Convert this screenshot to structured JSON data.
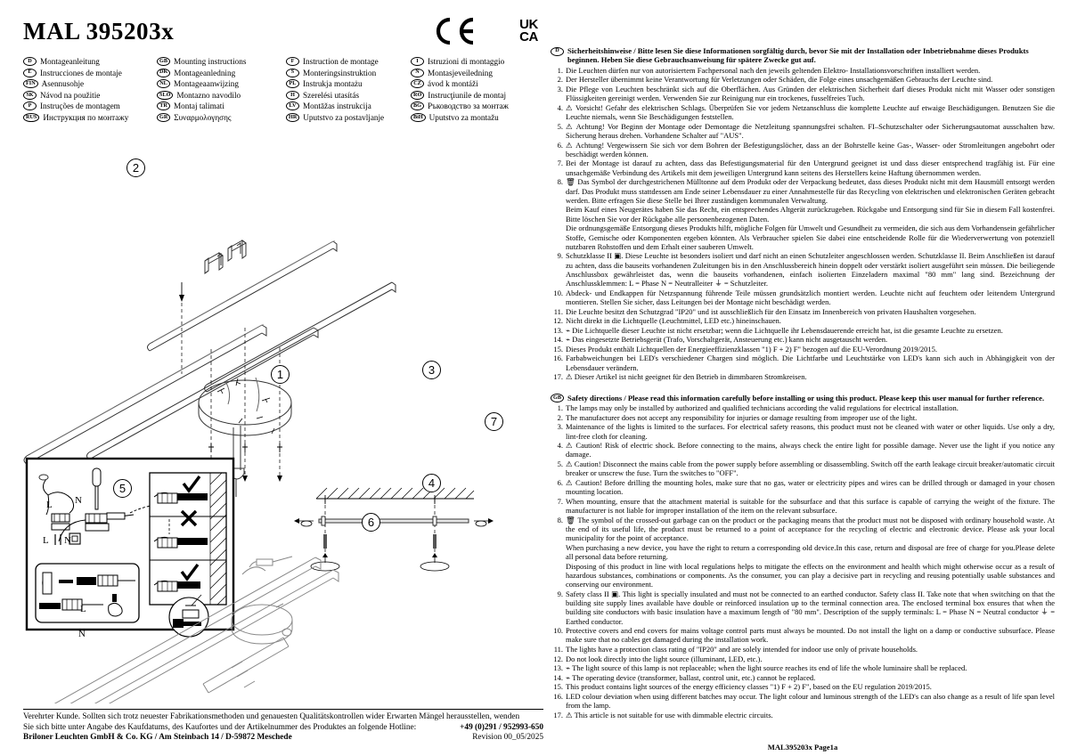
{
  "header": {
    "title": "MAL 395203x",
    "marks": {
      "ce": "CE",
      "ukca_line1": "UK",
      "ukca_line2": "CA"
    }
  },
  "languages": [
    [
      {
        "code": "D",
        "label": "Montageanleitung"
      },
      {
        "code": "E",
        "label": "Instrucciones de montaje"
      },
      {
        "code": "FIN",
        "label": "Asennusohje"
      },
      {
        "code": "SK",
        "label": "Návod na použitie"
      },
      {
        "code": "P",
        "label": "Instruções de montagem"
      },
      {
        "code": "RUS",
        "label": "Инструкция по монтажу"
      }
    ],
    [
      {
        "code": "GB",
        "label": "Mounting instructions"
      },
      {
        "code": "DK",
        "label": "Montageanledning"
      },
      {
        "code": "NL",
        "label": "Montageaanwijzing"
      },
      {
        "code": "SLO",
        "label": "Montazno navodilo"
      },
      {
        "code": "TR",
        "label": "Montaj talimati"
      },
      {
        "code": "GR",
        "label": "Συναρμολογησης"
      }
    ],
    [
      {
        "code": "F",
        "label": "Instruction de montage"
      },
      {
        "code": "S",
        "label": "Monteringsinstruktion"
      },
      {
        "code": "PL",
        "label": "Instrukja montażu"
      },
      {
        "code": "H",
        "label": "Szerelési utasítás"
      },
      {
        "code": "LV",
        "label": "Montāžas instrukcija"
      },
      {
        "code": "HR",
        "label": "Uputstvo za postavljanje"
      }
    ],
    [
      {
        "code": "I",
        "label": "Istruzioni di montaggio"
      },
      {
        "code": "N",
        "label": "Montasjeveiledning"
      },
      {
        "code": "CZ",
        "label": "ávod k montáži"
      },
      {
        "code": "RO",
        "label": "Instrucţiunile de montaj"
      },
      {
        "code": "BG",
        "label": "Ръководство за монтаж"
      },
      {
        "code": "BiH",
        "label": "Uputstvo za montažu"
      }
    ]
  ],
  "diagram": {
    "steps": [
      "1",
      "2",
      "3",
      "4",
      "5",
      "6",
      "7"
    ],
    "wiring_labels": {
      "l_top": "L",
      "n_top": "N",
      "l_bottom": "L",
      "n_bottom": "N",
      "l_inset": "L",
      "n_inset": "N"
    }
  },
  "footer": {
    "line1": "Verehrter Kunde. Sollten sich trotz neuester Fabrikationsmethoden und genauesten Qualitätskontrollen wider Erwarten Mängel herausstellen, wenden",
    "line2": "Sie sich bitte unter Angabe des Kaufdatums, des Kaufortes und der Artikelnummer des Produktes an folgende Hotline:",
    "hotline": "+49 (0)291 / 952993-650",
    "company": "Briloner Leuchten GmbH & Co. KG / Am Steinbach 14 / D-59872 Meschede",
    "revision": "Revision 00_05/2025"
  },
  "german": {
    "code": "D",
    "heading": "Sicherheitshinweise / Bitte lesen Sie diese Informationen sorgfältig durch, bevor Sie mit der Installation oder Inbetriebnahme dieses Produkts beginnen. Heben Sie diese Gebrauchsanweisung für spätere Zwecke gut auf.",
    "items": [
      {
        "n": "1.",
        "t": "Die Leuchten dürfen nur von autorisiertem Fachpersonal nach den jeweils geltenden Elektro- Installationsvorschriften installiert werden."
      },
      {
        "n": "2.",
        "t": "Der Hersteller übernimmt keine Verantwortung für Verletzungen oder Schäden, die Folge eines unsachgemäßen Gebrauchs der Leuchte sind."
      },
      {
        "n": "3.",
        "t": "Die Pflege von Leuchten beschränkt sich auf die Oberflächen. Aus Gründen der elektrischen Sicherheit darf dieses Produkt nicht mit Wasser oder sonstigen Flüssigkeiten gereinigt werden. Verwenden Sie zur Reinigung nur ein trockenes, fusselfreies Tuch."
      },
      {
        "n": "4.",
        "t": "⚠ Vorsicht! Gefahr des elektrischen Schlags. Überprüfen Sie vor jedem Netzanschluss die komplette Leuchte auf etwaige Beschädigungen. Benutzen Sie die Leuchte niemals, wenn Sie Beschädigungen feststellen."
      },
      {
        "n": "5.",
        "t": "⚠ Achtung! Vor Beginn der Montage oder Demontage die Netzleitung spannungsfrei schalten. FI–Schutzschalter oder Sicherungsautomat ausschalten bzw. Sicherung heraus drehen. Vorhandene Schalter auf \"AUS\"."
      },
      {
        "n": "6.",
        "t": "⚠ Achtung! Vergewissern Sie sich vor dem Bohren der Befestigungslöcher, dass an der Bohrstelle keine Gas-, Wasser- oder Stromleitungen angebohrt oder beschädigt werden können."
      },
      {
        "n": "7.",
        "t": "Bei der Montage ist darauf zu achten, dass das Befestigungsmaterial für den Untergrund geeignet ist und dass dieser entsprechend tragfähig ist. Für eine unsachgemäße Verbindung des Artikels mit dem jeweiligen Untergrund kann seitens des Herstellers keine Haftung übernommen werden."
      },
      {
        "n": "8.",
        "t": "🗑 Das Symbol der durchgestrichenen Mülltonne auf dem Produkt oder der Verpackung bedeutet, dass dieses Produkt nicht mit dem Hausmüll entsorgt werden darf. Das Produkt muss stattdessen am Ende seiner Lebensdauer zu einer Annahmestelle für das Recycling von elektrischen und elektronischen Geräten gebracht werden. Bitte erfragen Sie diese Stelle bei Ihrer zuständigen kommunalen Verwaltung."
      }
    ],
    "sub8a": "Beim Kauf eines Neugerätes haben Sie das Recht, ein entsprechendes Altgerät zurückzugeben. Rückgabe und Entsorgung sind für Sie in diesem Fall kostenfrei. Bitte löschen Sie vor der Rückgabe alle personenbezogenen Daten.",
    "sub8b": "Die ordnungsgemäße Entsorgung dieses Produkts hilft, mögliche Folgen für Umwelt und Gesundheit zu vermeiden, die sich aus dem Vorhandensein gefährlicher Stoffe, Gemische oder Komponenten ergeben könnten. Als Verbraucher spielen Sie dabei eine entscheidende Rolle für die Wiederverwertung von potenziell nutzbaren Rohstoffen und dem Erhalt einer sauberen Umwelt.",
    "items2": [
      {
        "n": "9.",
        "t": "Schutzklasse II ▣. Diese Leuchte ist besonders isoliert und darf nicht an einen Schutzleiter angeschlossen werden. Schutzklasse II. Beim Anschließen ist darauf zu achten, dass die bauseits vorhandenen Zuleitungen bis in den Anschlussbereich hinein doppelt oder verstärkt isoliert ausgeführt sein müssen. Die beiliegende Anschlussbox gewährleistet das, wenn die bauseits vorhandenen, einfach isolierten Einzeladern maximal \"80 mm\" lang sind. Bezeichnung der Anschlussklemmen:  L = Phase  N = Neutralleiter  ⏚ = Schutzleiter."
      },
      {
        "n": "10.",
        "t": "Abdeck- und Endkappen für Netzspannung führende Teile müssen grundsätzlich montiert werden. Leuchte nicht auf feuchtem oder leitendem Untergrund montieren. Stellen Sie sicher, dass Leitungen bei der Montage nicht beschädigt werden."
      },
      {
        "n": "11.",
        "t": "Die Leuchte besitzt den Schutzgrad \"IP20\" und ist ausschließlich für den Einsatz im Innenbereich von privaten Haushalten vorgesehen."
      },
      {
        "n": "12.",
        "t": "Nicht direkt in die Lichtquelle (Leuchtmittel, LED etc.) hineinschauen."
      },
      {
        "n": "13.",
        "t": "⌁ Die Lichtquelle dieser Leuchte ist nicht ersetzbar; wenn die Lichtquelle ihr Lebensdauerende erreicht hat, ist die gesamte Leuchte zu ersetzen."
      },
      {
        "n": "14.",
        "t": "⌁ Das eingesetzte Betriebsgerät (Trafo, Vorschaltgerät, Ansteuerung etc.) kann nicht ausgetauscht werden."
      },
      {
        "n": "15.",
        "t": "Dieses Produkt enthält Lichtquellen der Energieeffizienzklassen \"1) F + 2) F\" bezogen auf die EU-Verordnung 2019/2015."
      },
      {
        "n": "16.",
        "t": "Farbabweichungen bei LED's verschiedener Chargen sind möglich. Die Lichtfarbe und Leuchtstärke von LED's kann sich auch in Abhängigkeit von der Lebensdauer verändern."
      },
      {
        "n": "17.",
        "t": "⚠ Dieser Artikel ist nicht geeignet für den Betrieb in dimmbaren Stromkreisen."
      }
    ]
  },
  "english": {
    "code": "GB",
    "heading": "Safety directions / Please read this information carefully before installing or using this product. Please keep this user manual for further reference.",
    "items": [
      {
        "n": "1.",
        "t": "The lamps may only be installed by authorized and qualified technicians according the valid regulations for electrical installation."
      },
      {
        "n": "2.",
        "t": "The manufacturer does not accept any responsibility for injuries or damage resulting from improper use of the light."
      },
      {
        "n": "3.",
        "t": "Maintenance of the lights is limited to the surfaces. For electrical safety reasons, this product must not be cleaned with water or other liquids. Use only a dry, lint-free cloth for cleaning."
      },
      {
        "n": "4.",
        "t": "⚠ Caution! Risk of electric shock. Before connecting to the mains, always check the entire light for possible damage. Never use the light if you notice any damage."
      },
      {
        "n": "5.",
        "t": "⚠ Caution! Disconnect the mains cable from the power supply before assembling or disassembling. Switch off the earth leakage circuit breaker/automatic circuit breaker or unscrew the fuse. Turn the switches to \"OFF\"."
      },
      {
        "n": "6.",
        "t": "⚠ Caution! Before drilling the mounting holes, make sure that no gas, water or electricity pipes and wires can be drilled through or damaged in your chosen mounting location."
      },
      {
        "n": "7.",
        "t": "When mounting, ensure that the attachment material is suitable for the subsurface and that this surface is capable of carrying the weight of the fixture. The manufacturer is not liable for improper installation of the item on the relevant subsurface."
      },
      {
        "n": "8.",
        "t": "🗑 The symbol of the crossed-out garbage can on the product or the packaging means that the product must not be disposed with ordinary household waste. At the end of its useful life, the product must be returned to a point of acceptance for the recycling of electric and electronic device. Please ask your local municipality for the point of acceptance."
      }
    ],
    "sub8a": "When purchasing a new device, you have the right to return a corresponding old device.In this case, return and disposal are free of charge for you.Please delete all personal data before returning.",
    "sub8b": "Disposing of this product in line with local regulations helps to mitigate the effects on the environment and health which might otherwise occur as a result of hazardous substances, combinations or components. As the consumer, you can play a decisive part in recycling and reusing potentially usable substances and conserving our environment.",
    "items2": [
      {
        "n": "9.",
        "t": "Safety class II ▣. This light is specially insulated and must not be connected to an earthed conductor. Safety class II. Take note that when switching on that the building site supply lines available have double or reinforced insulation up to the terminal connection area. The enclosed terminal box ensures that when the building site conductors with basic insulation have a maximum length of \"80 mm\". Description of the supply terminals: L = Phase  N = Neutral conductor ⏚ = Earthed conductor."
      },
      {
        "n": "10.",
        "t": "Protective covers and end covers for mains voltage control parts must always be mounted. Do not install the light on a damp or conductive subsurface. Please make sure that no cables get damaged during the installation work."
      },
      {
        "n": "11.",
        "t": "The lights have a protection class rating of \"IP20\" and are solely intended for indoor use only of private households."
      },
      {
        "n": "12.",
        "t": "Do not look directly into the light source (illuminant, LED, etc.)."
      },
      {
        "n": "13.",
        "t": "⌁ The light source of this lamp is not replaceable; when the light source reaches its end of life the whole luminaire shall be replaced."
      },
      {
        "n": "14.",
        "t": "⌁ The operating device (transformer, ballast, control unit, etc.) cannot be replaced."
      },
      {
        "n": "15.",
        "t": "This product contains light sources of the energy efficiency classes \"1) F + 2) F\", based on the EU regulation 2019/2015."
      },
      {
        "n": "16.",
        "t": "LED colour deviation when using different batches may occur. The light colour and luminous strength of the LED's can also change as a result of life span level from the lamp."
      },
      {
        "n": "17.",
        "t": "⚠ This article is not suitable for use with dimmable electric circuits."
      }
    ],
    "page_footer": "MAL395203x Page1a"
  }
}
